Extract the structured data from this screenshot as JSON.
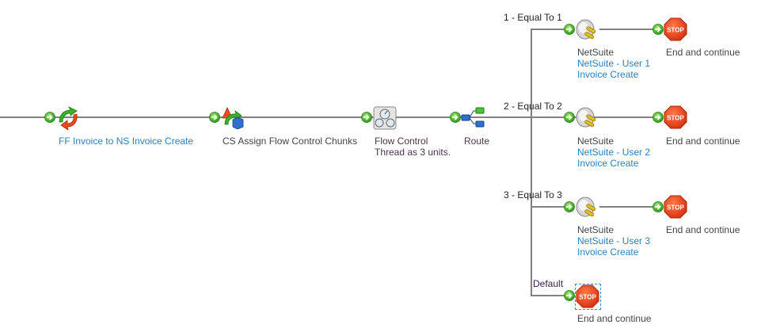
{
  "shapes": [
    {
      "name": "FF Invoice to NS Invoice Create",
      "icon": "map-icon",
      "color": "#2a80bf"
    },
    {
      "name": "CS Assign Flow Control Chunks",
      "icon": "data-process-icon"
    },
    {
      "name": "Flow Control",
      "sub": "Thread as 3 units.",
      "icon": "flow-control-icon"
    },
    {
      "name": "Route",
      "icon": "route-icon"
    }
  ],
  "branches": [
    {
      "label": "1 - Equal To 1",
      "connector": "NetSuite",
      "connection": "NetSuite - User 1",
      "operation": "Invoice Create",
      "stop": "End and continue"
    },
    {
      "label": "2 - Equal To 2",
      "connector": "NetSuite",
      "connection": "NetSuite - User 2",
      "operation": "Invoice Create",
      "stop": "End and continue"
    },
    {
      "label": "3 - Equal To 3",
      "connector": "NetSuite",
      "connection": "NetSuite - User 3",
      "operation": "Invoice Create",
      "stop": "End and continue"
    }
  ],
  "default_branch": {
    "label": "Default",
    "stop": "End and continue",
    "selected": true
  },
  "stop_icon_text": "STOP",
  "colors": {
    "link": "#2a80bf",
    "line": "#808080",
    "connector": "#3aa52a",
    "stop": "#e8401c"
  }
}
